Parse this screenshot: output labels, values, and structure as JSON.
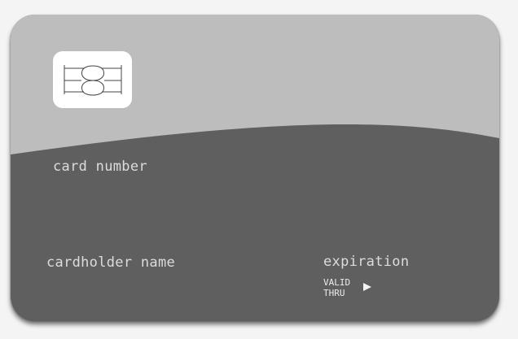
{
  "card": {
    "number_label": "card number",
    "holder_label": "cardholder name",
    "expiration_label": "expiration",
    "valid_line1": "VALID",
    "valid_line2": "THRU",
    "colors": {
      "top": "#bdbdbd",
      "bottom": "#5f5f5f",
      "text": "#dcdcdc",
      "background": "#f4f4f4"
    }
  }
}
